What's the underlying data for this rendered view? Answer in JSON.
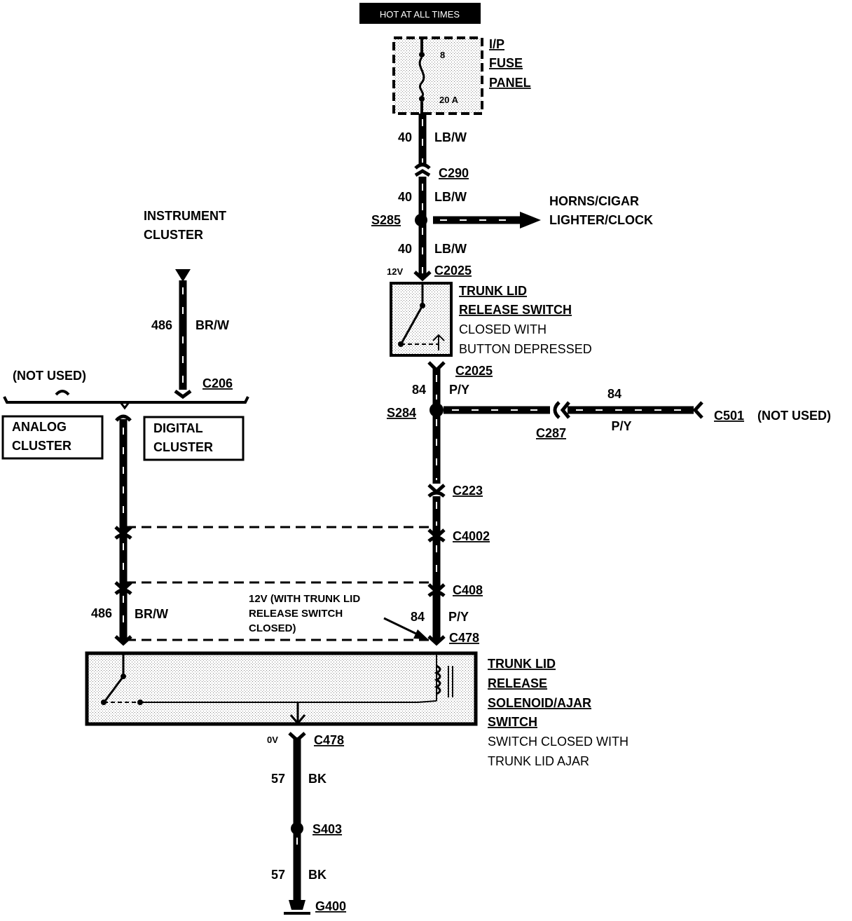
{
  "header": {
    "power_label": "HOT AT ALL TIMES"
  },
  "fuse_panel": {
    "fuse_number": "8",
    "fuse_rating": "20 A",
    "name_lines": [
      "I/P",
      "FUSE",
      "PANEL"
    ]
  },
  "circuits": {
    "c40_a": {
      "number": "40",
      "color": "LB/W"
    },
    "c40_b": {
      "number": "40",
      "color": "LB/W"
    },
    "c40_c": {
      "number": "40",
      "color": "LB/W"
    },
    "c486_top": {
      "number": "486",
      "color": "BR/W"
    },
    "c486_bottom": {
      "number": "486",
      "color": "BR/W"
    },
    "c84_a": {
      "number": "84",
      "color": "P/Y"
    },
    "c84_side": {
      "number": "84",
      "color": "P/Y"
    },
    "c84_b": {
      "number": "84",
      "color": "P/Y"
    },
    "c57_a": {
      "number": "57",
      "color": "BK"
    },
    "c57_b": {
      "number": "57",
      "color": "BK"
    }
  },
  "connectors": {
    "c290": "C290",
    "c2025_top": "C2025",
    "c2025_bottom": "C2025",
    "c206": "C206",
    "c287": "C287",
    "c501": "C501",
    "c223": "C223",
    "c4002": "C4002",
    "c408": "C408",
    "c478_top": "C478",
    "c478_bottom": "C478"
  },
  "splices": {
    "s285": "S285",
    "s284": "S284",
    "s403": "S403"
  },
  "ground": {
    "g400": "G400"
  },
  "voltages": {
    "at_c2025": "12V",
    "at_c478_bottom": "0V",
    "note_lines": [
      "12V (WITH TRUNK LID",
      "RELEASE SWITCH",
      "CLOSED)"
    ]
  },
  "horns_branch": {
    "lines": [
      "HORNS/CIGAR",
      "LIGHTER/CLOCK"
    ]
  },
  "c501_note": "(NOT USED)",
  "instrument_cluster": {
    "name_lines": [
      "INSTRUMENT",
      "CLUSTER"
    ],
    "not_used": "(NOT USED)",
    "analog_lines": [
      "ANALOG",
      "CLUSTER"
    ],
    "digital_lines": [
      "DIGITAL",
      "CLUSTER"
    ]
  },
  "trunk_switch": {
    "name_lines": [
      "TRUNK LID",
      "RELEASE SWITCH"
    ],
    "desc_lines": [
      "CLOSED WITH",
      "BUTTON DEPRESSED"
    ]
  },
  "solenoid": {
    "name_lines": [
      "TRUNK LID",
      "RELEASE",
      "SOLENOID/AJAR",
      "SWITCH"
    ],
    "desc_lines": [
      "SWITCH CLOSED WITH",
      "TRUNK LID AJAR"
    ]
  }
}
